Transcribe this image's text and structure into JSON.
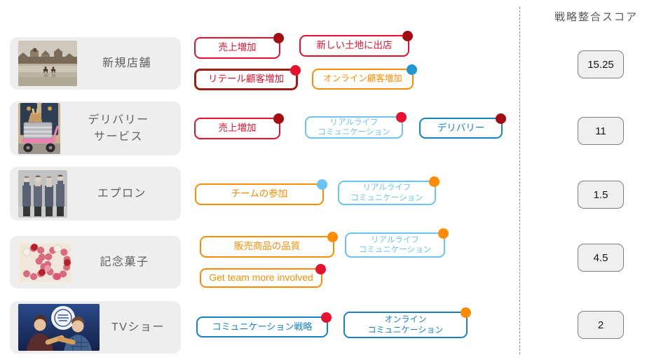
{
  "header": {
    "score_title": "戦略整合スコア"
  },
  "palette": {
    "red": "#e8112d",
    "dark_red": "#9e1d15",
    "dark_red_dot": "#a30d12",
    "orange": "#ff8c00",
    "light_blue": "#6ac4ef",
    "blue": "#1583c5",
    "blue_dot": "#2196d3",
    "card_gray": "#eeeeee",
    "score_fill": "#efefef",
    "score_border": "#7f7f7f"
  },
  "rows": [
    {
      "label": "新規店舗",
      "image": "seaside-town-photo",
      "score": "15.25",
      "tags": [
        {
          "label": "売上増加",
          "border": "red",
          "dot": "dark_red"
        },
        {
          "label": "新しい土地に出店",
          "border": "red",
          "dot": "dark_red"
        },
        {
          "label": "リテール顧客増加",
          "border": "dark_red",
          "dot": "red"
        },
        {
          "label": "オンライン顧客増加",
          "border": "orange",
          "dot": "blue"
        }
      ]
    },
    {
      "label": "デリバリー\nサービス",
      "image": "delivery-scooter-photo",
      "score": "11",
      "tags": [
        {
          "label": "売上増加",
          "border": "red",
          "dot": "dark_red"
        },
        {
          "label": "リアルライフ\nコミュニケーション",
          "border": "light_blue",
          "dot": "red"
        },
        {
          "label": "デリバリー",
          "border": "blue",
          "dot": "dark_red"
        }
      ]
    },
    {
      "label": "エプロン",
      "image": "team-aprons-photo",
      "score": "1.5",
      "tags": [
        {
          "label": "チームの参加",
          "border": "orange",
          "dot": "light_blue"
        },
        {
          "label": "リアルライフ\nコミュニケーション",
          "border": "light_blue",
          "dot": "orange"
        }
      ]
    },
    {
      "label": "記念菓子",
      "image": "anniversary-cake-30-photo",
      "score": "4.5",
      "tags": [
        {
          "label": "販売商品の品質",
          "border": "orange",
          "dot": "orange"
        },
        {
          "label": "リアルライフ\nコミュニケーション",
          "border": "light_blue",
          "dot": "orange"
        },
        {
          "label": "Get team more involved",
          "border": "orange",
          "dot": "red"
        }
      ]
    },
    {
      "label": "TVショー",
      "image": "tv-show-photo",
      "score": "2",
      "tags": [
        {
          "label": "コミュニケーション戦略",
          "border": "blue",
          "dot": "red"
        },
        {
          "label": "オンライン\nコミュニケーション",
          "border": "blue",
          "dot": "orange"
        }
      ]
    }
  ]
}
